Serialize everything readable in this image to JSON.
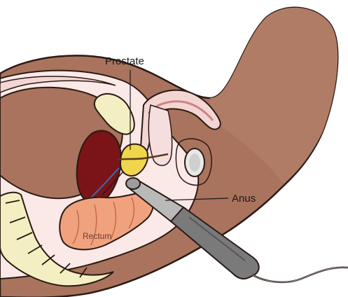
{
  "labels": {
    "prostate": "Prostate",
    "anus": "Anus",
    "rectum": "Rectum"
  },
  "colors": {
    "skin": "#a9735d",
    "skin_dark": "#8d5a47",
    "tissue_pink": "#f3d6d4",
    "tissue_light": "#fbe9e7",
    "bladder": "#7a1418",
    "prostate": "#f0d64a",
    "rectum": "#f0a27e",
    "bone": "#f3efc2",
    "probe": "#7a7a7a",
    "outline": "#2a1a14"
  },
  "icons": [
    "transrectal-ultrasound-probe",
    "bladder",
    "prostate-gland",
    "rectum",
    "pubic-bone",
    "vertebrae"
  ]
}
